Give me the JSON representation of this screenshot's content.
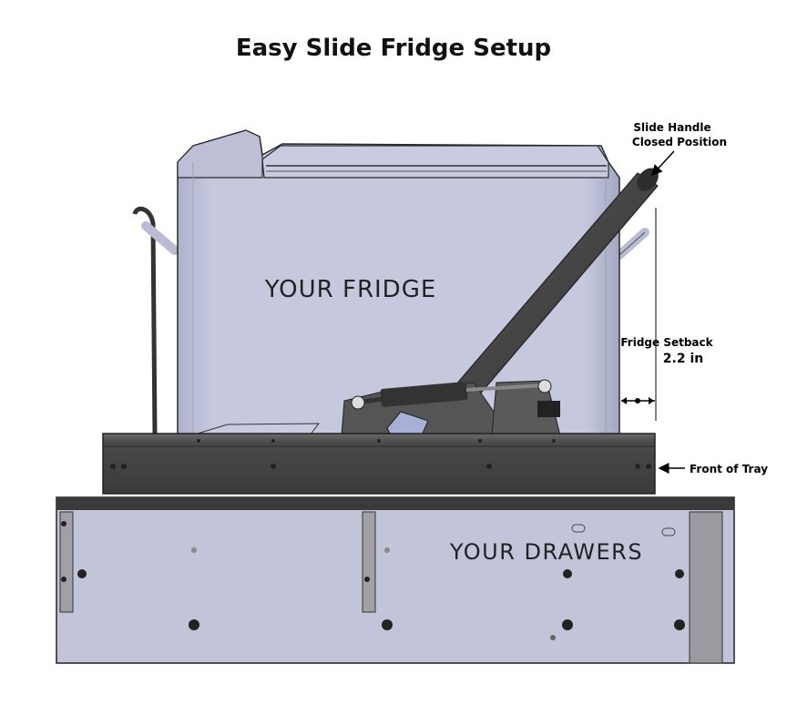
{
  "title": "Easy Slide Fridge Setup",
  "labels": {
    "fridge": "YOUR FRIDGE",
    "drawers": "YOUR DRAWERS",
    "handle_line1": "Slide Handle",
    "handle_line2": "Closed Position",
    "setback_label": "Fridge Setback",
    "setback_value": "2.2 in",
    "tray_front": "Front of Tray"
  },
  "colors": {
    "fridge_body": "#c4c7dc",
    "fridge_shade": "#a9adc6",
    "tray": "#4a4a4a",
    "handle": "#3d3d3d",
    "drawers": "#c2c5d9",
    "rail": "#9a9aa0",
    "outline": "#2a2a2a"
  }
}
